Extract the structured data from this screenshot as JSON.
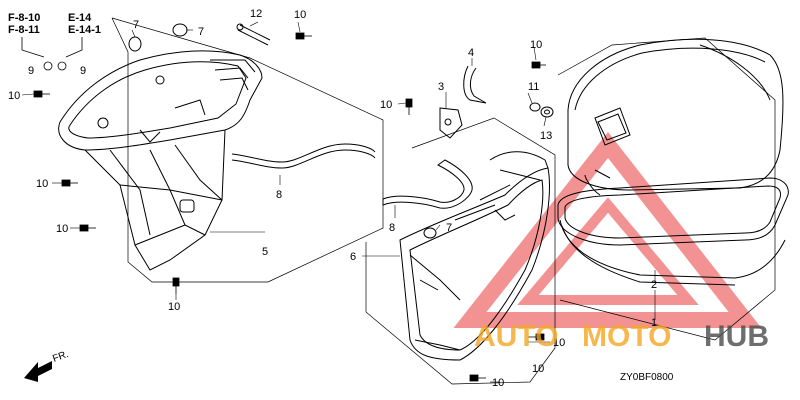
{
  "diagram": {
    "page_refs": [
      "F-8-10",
      "F-8-11",
      "E-14",
      "E-14-1"
    ],
    "diagram_code": "ZY0BF0800",
    "front_marker": "FR.",
    "callouts": {
      "p1": "1",
      "p2": "2",
      "p3": "3",
      "p4": "4",
      "p5": "5",
      "p6": "6",
      "p7a": "7",
      "p7b": "7",
      "p7c": "7",
      "p8a": "8",
      "p8b": "8",
      "p9a": "9",
      "p9b": "9",
      "p10a": "10",
      "p10b": "10",
      "p10c": "10",
      "p10d": "10",
      "p10e": "10",
      "p10f": "10",
      "p10g": "10",
      "p10h": "10",
      "p10i": "10",
      "p10j": "10",
      "p11": "11",
      "p12": "12",
      "p13": "13"
    }
  },
  "watermark": {
    "word_a": "AUTO",
    "word_b": "MOTO",
    "word_c": "HUB",
    "color_a": "#f5a623",
    "color_b": "#f5a623",
    "color_c": "#4a4a4a",
    "triangle_color": "#e83a3a"
  }
}
